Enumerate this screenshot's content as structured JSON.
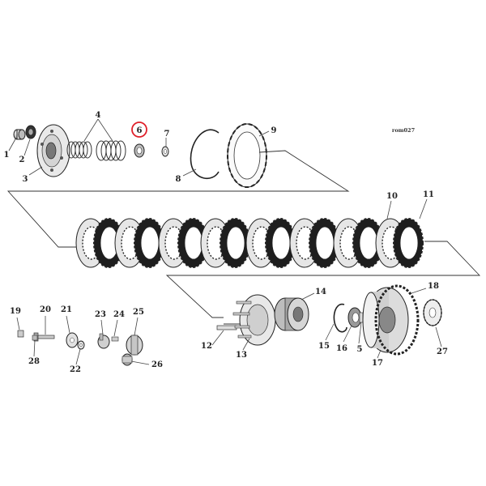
{
  "diagram": {
    "code": "rom027",
    "labels": [
      "1",
      "2",
      "3",
      "4",
      "5",
      "6",
      "7",
      "8",
      "9",
      "10",
      "11",
      "12",
      "13",
      "14",
      "15",
      "16",
      "17",
      "18",
      "19",
      "20",
      "21",
      "22",
      "23",
      "24",
      "25",
      "26",
      "27",
      "28"
    ],
    "highlight": {
      "label": "6",
      "color": "#e0202a"
    },
    "colors": {
      "line": "#222222",
      "plate_dark": "#1e1e1e",
      "plate_light": "#e6e6e6",
      "metal": "#cfcfcf"
    }
  }
}
